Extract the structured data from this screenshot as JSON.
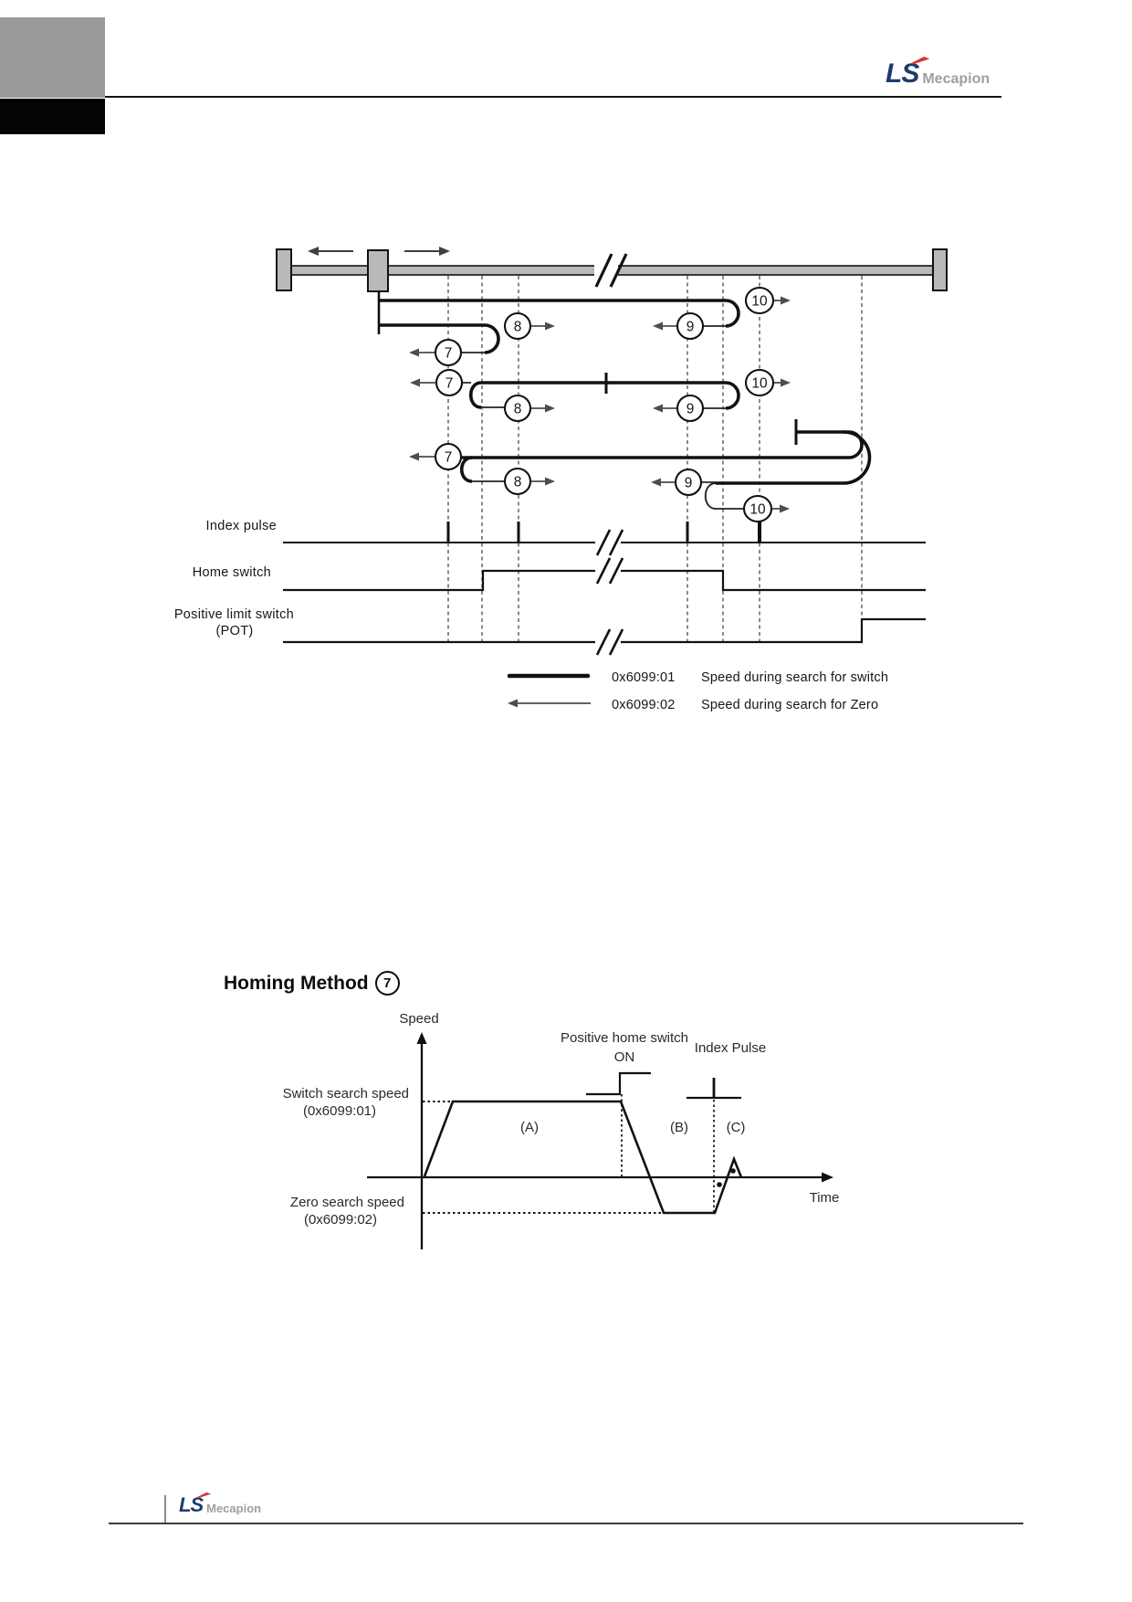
{
  "header": {
    "logo_ls": "LS",
    "logo_brand": "Mecapion"
  },
  "footer": {
    "logo_ls": "LS",
    "logo_brand": "Mecapion"
  },
  "section": {
    "title": "Homing Method",
    "method_number": "7"
  },
  "diagram": {
    "labels": {
      "index_pulse": "Index pulse",
      "home_switch": "Home switch",
      "pot_line1": "Positive limit switch",
      "pot_line2": "(POT)"
    },
    "methods": {
      "m7": "7",
      "m8": "8",
      "m9": "9",
      "m10": "10"
    },
    "legend": {
      "item1_code": "0x6099:01",
      "item1_desc": "Speed during search for switch",
      "item2_code": "0x6099:02",
      "item2_desc": "Speed during search for Zero"
    }
  },
  "graph": {
    "y_axis": "Speed",
    "x_axis": "Time",
    "switch_speed_label": "Switch search speed",
    "switch_speed_code": "(0x6099:01)",
    "zero_speed_label": "Zero search speed",
    "zero_speed_code": "(0x6099:02)",
    "home_switch_label": "Positive home switch",
    "home_switch_state": "ON",
    "index_pulse_label": "Index Pulse",
    "phase_a": "(A)",
    "phase_b": "(B)",
    "phase_c": "(C)"
  },
  "colors": {
    "navy": "#1c3c6e",
    "red": "#d8352b",
    "brand_gray": "#9aa0a6",
    "rail_gray": "#b9b9b9",
    "line": "#111111"
  }
}
